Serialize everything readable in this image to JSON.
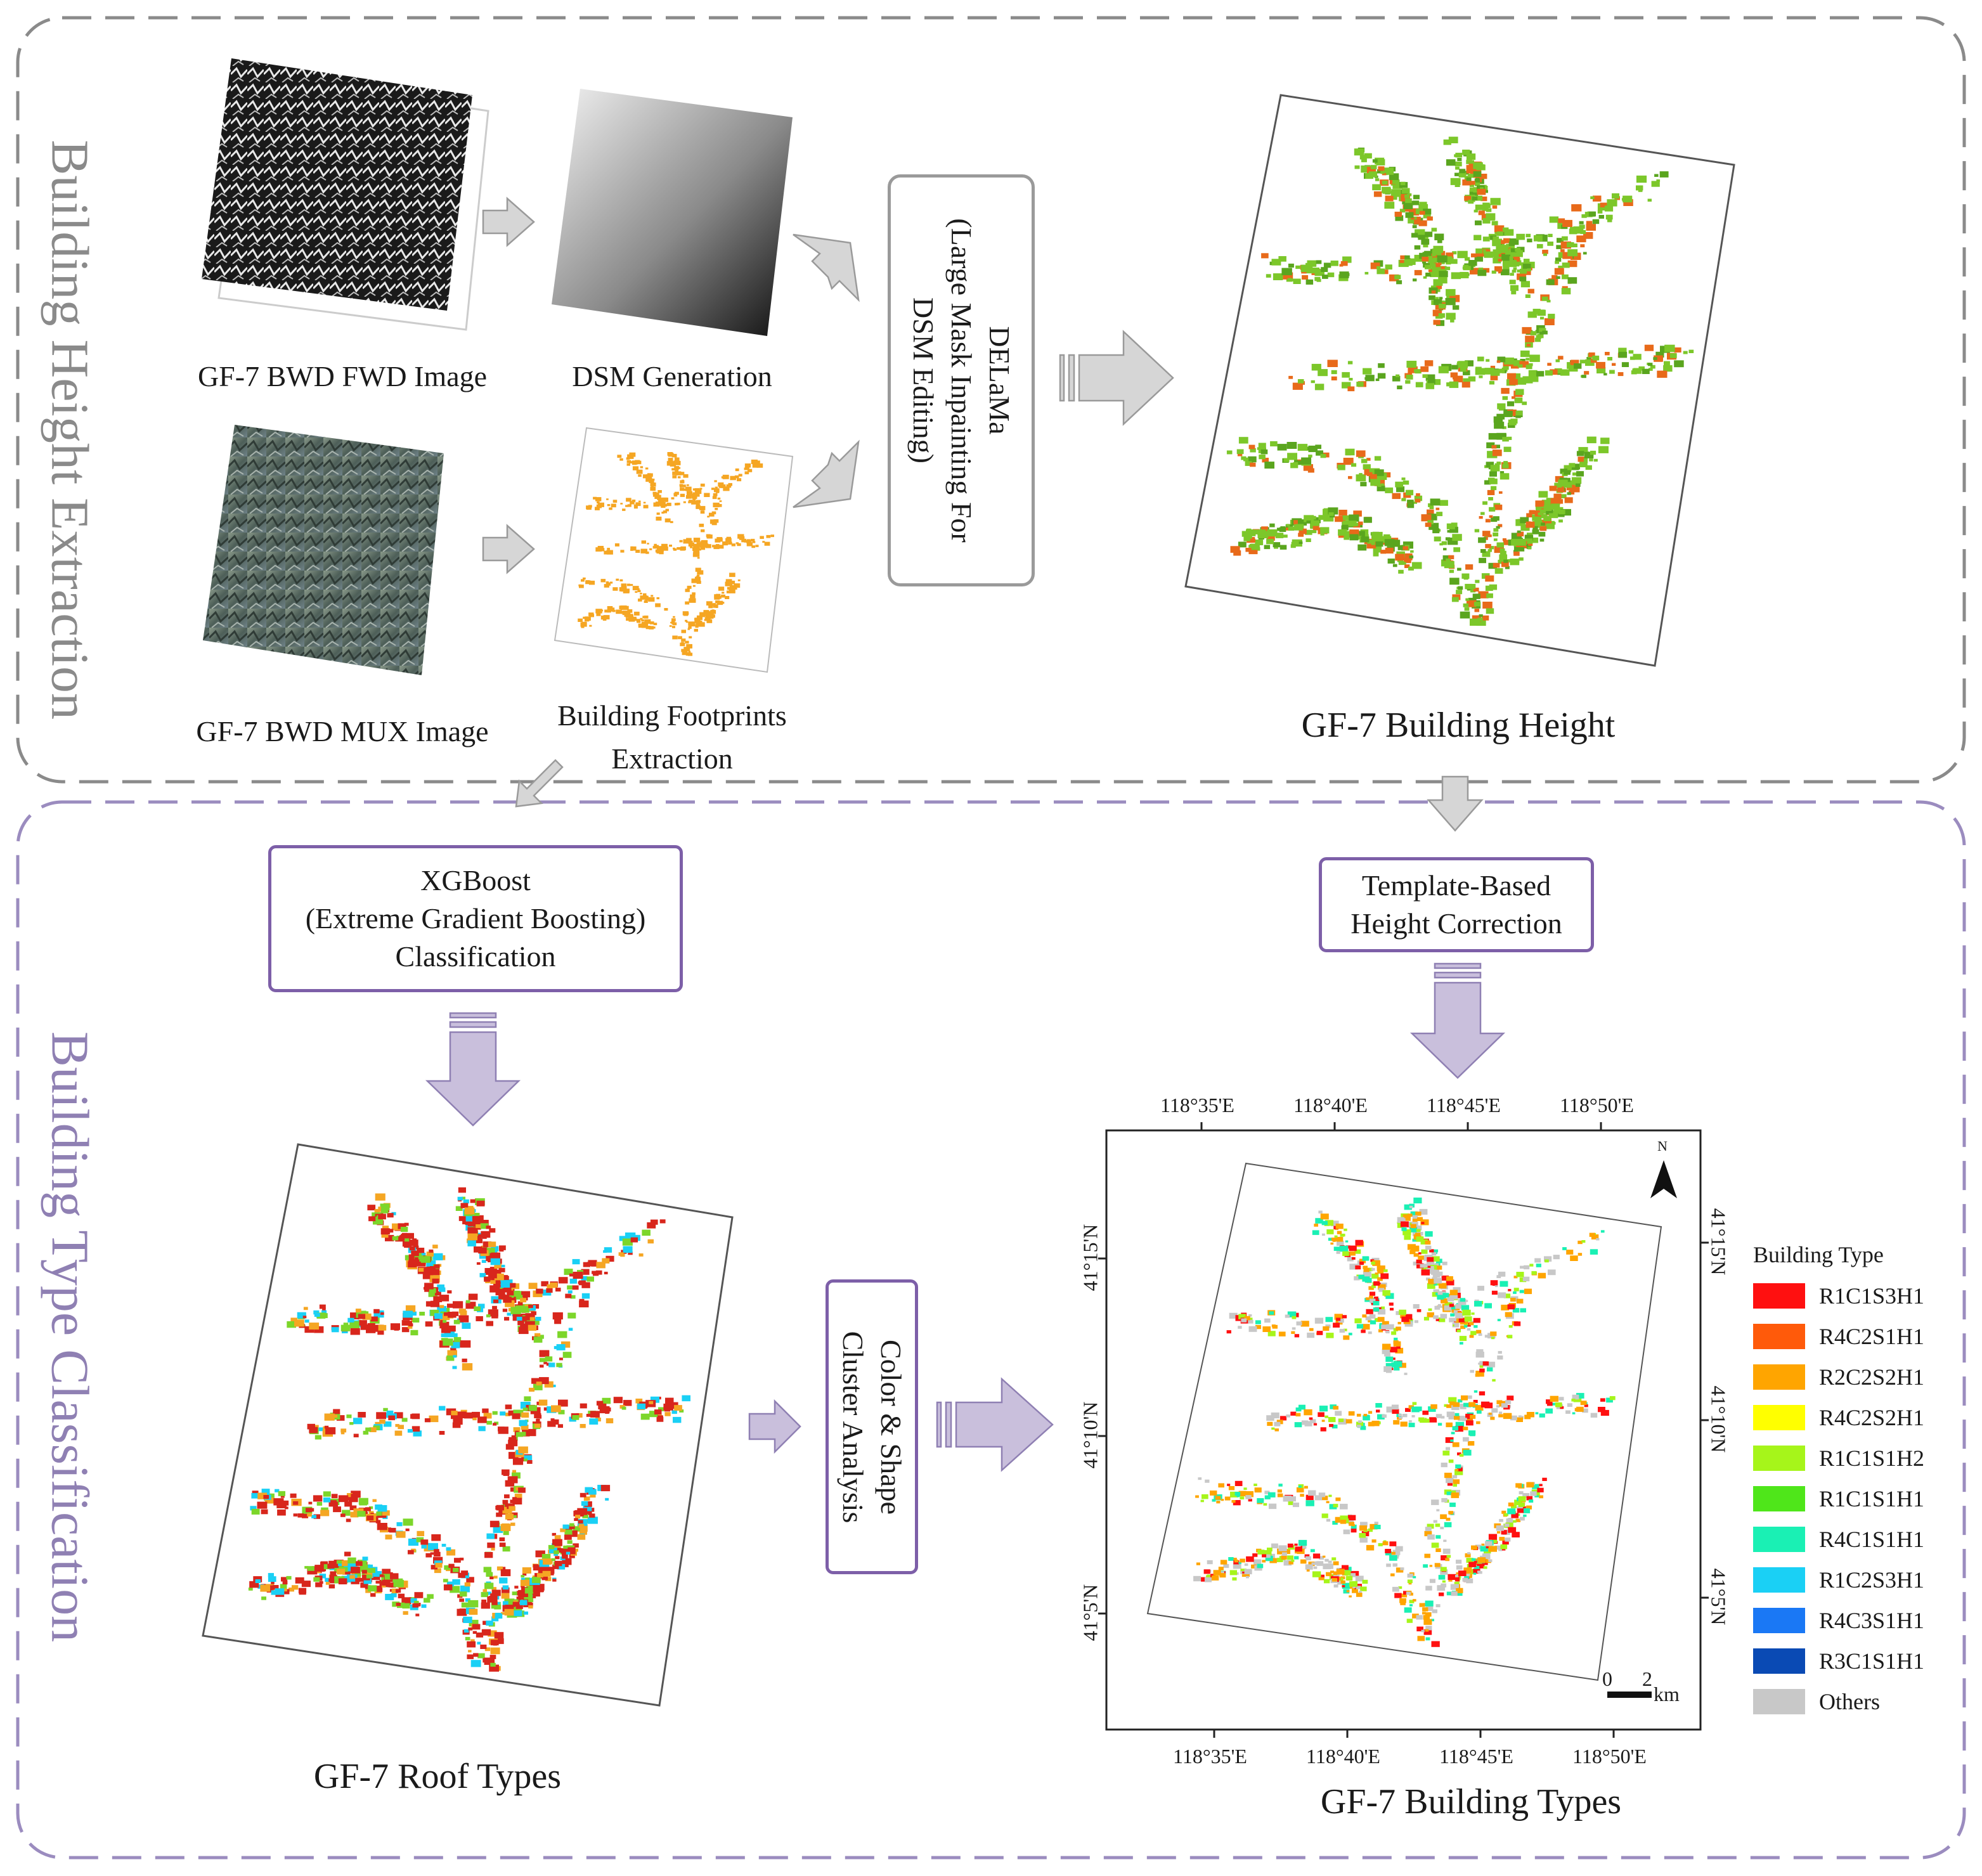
{
  "sections": {
    "top_title": "Building Height Extraction",
    "bottom_title": "Building Type Classification"
  },
  "colors": {
    "top_frame": "#8a8a8a",
    "bottom_frame": "#9b8cbf",
    "top_arrow": "#d6d6d6",
    "bottom_arrow": "#c9bfdc",
    "height_green": "#7cc72a",
    "footprint_orange": "#f5a623",
    "roof_red": "#d8261c"
  },
  "labels": {
    "bwd_fwd": "GF-7 BWD FWD Image",
    "dsm": "DSM Generation",
    "bwd_mux": "GF-7 BWD MUX Image",
    "footprints_line1": "Building Footprints",
    "footprints_line2": "Extraction",
    "building_height": "GF-7 Building Height",
    "roof_types": "GF-7 Roof Types",
    "building_types": "GF-7 Building Types"
  },
  "boxes": {
    "delama": [
      "DELaMa",
      "(Large Mask Inpainting For",
      "DSM Editing)"
    ],
    "xgboost": [
      "XGBoost",
      "(Extreme Gradient Boosting)",
      "Classification"
    ],
    "template": [
      "Template-Based",
      "Height Correction"
    ],
    "cluster": [
      "Color & Shape",
      "Cluster Analysis"
    ]
  },
  "map": {
    "lon_top": [
      "118°35'E",
      "118°40'E",
      "118°45'E",
      "118°50'E"
    ],
    "lon_bottom": [
      "118°35'E",
      "118°40'E",
      "118°45'E",
      "118°50'E"
    ],
    "lat_left": [
      "41°15'N",
      "41°10'N",
      "41°5'N"
    ],
    "lat_right": [
      "41°15'N",
      "41°10'N",
      "41°5'N"
    ],
    "north": "N",
    "scale_0": "0",
    "scale_2": "2",
    "scale_unit": "km"
  },
  "legend": {
    "title": "Building Type",
    "items": [
      {
        "label": "R1C1S3H1",
        "color": "#ff1010"
      },
      {
        "label": "R4C2S1H1",
        "color": "#ff5a0a"
      },
      {
        "label": "R2C2S2H1",
        "color": "#ffa500"
      },
      {
        "label": "R4C2S2H1",
        "color": "#ffff00"
      },
      {
        "label": "R1C1S1H2",
        "color": "#a6f51a"
      },
      {
        "label": "R1C1S1H1",
        "color": "#4fe61a"
      },
      {
        "label": "R4C1S1H1",
        "color": "#1af0b4"
      },
      {
        "label": "R1C2S3H1",
        "color": "#1ad0f5"
      },
      {
        "label": "R4C3S1H1",
        "color": "#1a78f5"
      },
      {
        "label": "R3C1S1H1",
        "color": "#0a4ab4"
      },
      {
        "label": "Others",
        "color": "#c8c8c8"
      }
    ]
  }
}
